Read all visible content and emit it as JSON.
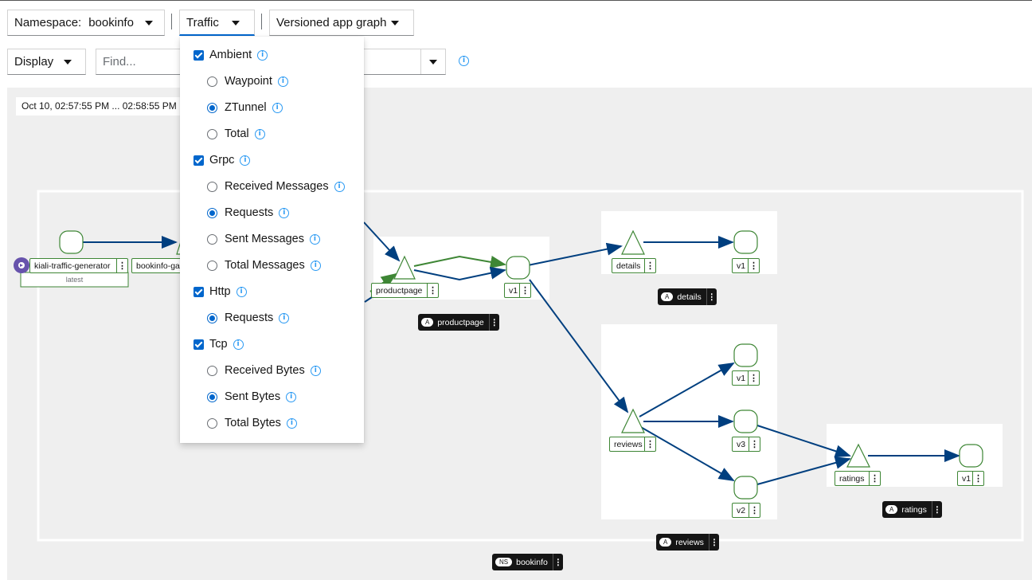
{
  "toolbar": {
    "namespace_label": "Namespace:",
    "namespace_value": "bookinfo",
    "traffic_label": "Traffic",
    "graph_type": "Versioned app graph",
    "display_label": "Display",
    "find_placeholder": "Find..."
  },
  "graph": {
    "time_range": "Oct 10, 02:57:55 PM ... 02:58:55 PM",
    "nodes": {
      "generator": "kiali-traffic-generator",
      "generator_version": "latest",
      "gateway": "bookinfo-ga",
      "productpage": "productpage",
      "productpage_v1": "v1",
      "details": "details",
      "details_v1": "v1",
      "reviews": "reviews",
      "reviews_v1": "v1",
      "reviews_v3": "v3",
      "reviews_v2": "v2",
      "ratings": "ratings",
      "ratings_v1": "v1"
    },
    "boxes": {
      "app_badge": "A",
      "ns_badge": "NS",
      "productpage": "productpage",
      "details": "details",
      "reviews": "reviews",
      "ratings": "ratings",
      "namespace": "bookinfo"
    },
    "colors": {
      "edge": "#003f7f",
      "edge_ok": "#3e8635",
      "node_border": "#3e8635"
    }
  },
  "traffic_menu": {
    "ambient": "Ambient",
    "waypoint": "Waypoint",
    "ztunnel": "ZTunnel",
    "ambient_total": "Total",
    "grpc": "Grpc",
    "grpc_received": "Received Messages",
    "grpc_requests": "Requests",
    "grpc_sent": "Sent Messages",
    "grpc_total": "Total Messages",
    "http": "Http",
    "http_requests": "Requests",
    "tcp": "Tcp",
    "tcp_received": "Received Bytes",
    "tcp_sent": "Sent Bytes",
    "tcp_total": "Total Bytes"
  }
}
